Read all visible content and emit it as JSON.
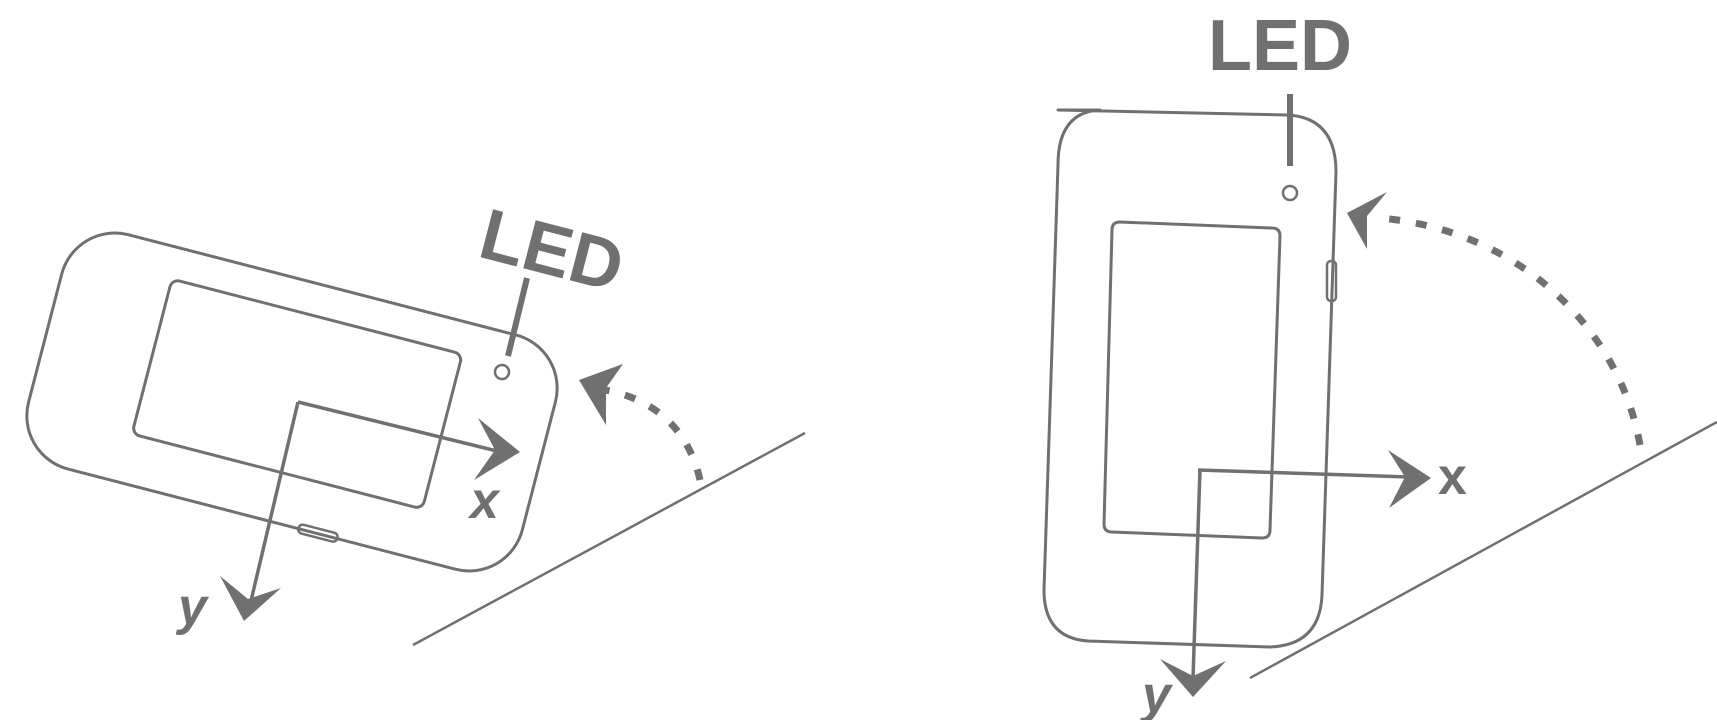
{
  "diagrams": {
    "tilted": {
      "led_label": "LED",
      "x_label": "x",
      "y_label": "y"
    },
    "upright": {
      "led_label": "LED",
      "x_label": "x",
      "y_label": "y"
    }
  },
  "colors": {
    "stroke": "#707070",
    "background": "#ffffff"
  }
}
